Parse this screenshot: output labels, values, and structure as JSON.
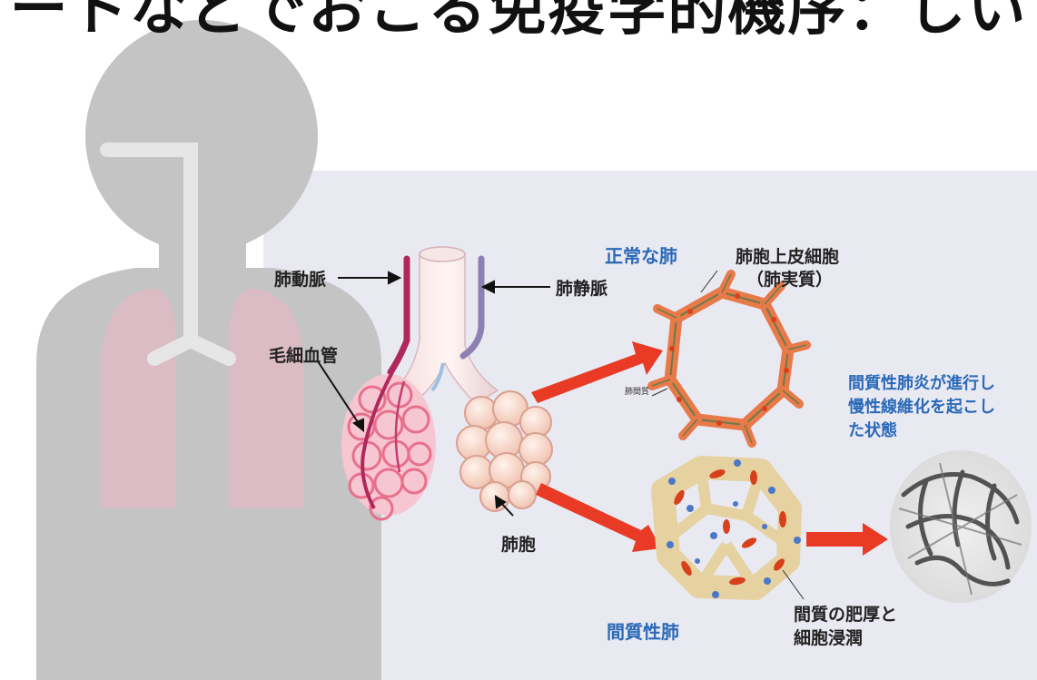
{
  "title": "ートなどでおこる免疫学的機序：しい",
  "labels": {
    "pulmonary_artery": "肺動脈",
    "pulmonary_vein": "肺静脈",
    "capillary": "毛細血管",
    "alveolus": "肺胞",
    "normal_lung": "正常な肺",
    "alveolar_epithelium": "肺胞上皮細胞",
    "lung_parenchyma": "（肺実質）",
    "interstitium_small": "肺間質",
    "interstitial_lung": "間質性肺",
    "interstitial_change_line1": "間質の肥厚と",
    "interstitial_change_line2": "細胞浸潤",
    "fibrosis_line1": "間質性肺炎が進行し",
    "fibrosis_line2": "慢性線維化を起こし",
    "fibrosis_line3": "た状態"
  },
  "colors": {
    "panel_bg": "#e9e9f2",
    "silhouette": "#c4c4c4",
    "lung_pink": "#dcbcc4",
    "arrow_red": "#e83a24",
    "label_blue": "#2a69b8",
    "artery": "#b0285a",
    "vein": "#8e80b0",
    "alveolus_fill": "#f7d6c8",
    "capillary_pink": "#e8708c"
  }
}
